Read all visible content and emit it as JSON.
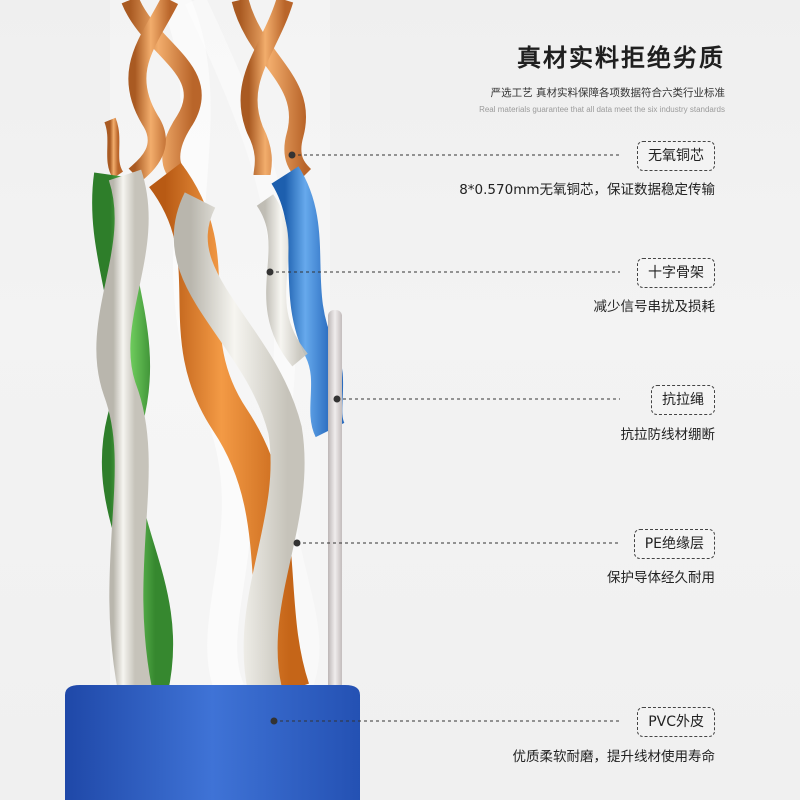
{
  "heading": {
    "title": "真材实料拒绝劣质",
    "subtitle": "严选工艺 真材实料保障各项数据符合六类行业标准",
    "english": "Real materials guarantee that all data meet the six industry standards"
  },
  "callouts": [
    {
      "label": "无氧铜芯",
      "desc": "8*0.570mm无氧铜芯，保证数据稳定传输"
    },
    {
      "label": "十字骨架",
      "desc": "减少信号串扰及损耗"
    },
    {
      "label": "抗拉绳",
      "desc": "抗拉防线材绷断"
    },
    {
      "label": "PE绝缘层",
      "desc": "保护导体经久耐用"
    },
    {
      "label": "PVC外皮",
      "desc": "优质柔软耐磨，提升线材使用寿命"
    }
  ],
  "colors": {
    "copper": "#d9843f",
    "orange_insulation": "#e8822a",
    "blue_insulation": "#3f86d4",
    "green_insulation": "#4daa45",
    "white_insulation": "#e8e6df",
    "pvc_jacket": "#2f5ec0",
    "leader_line": "#333333"
  }
}
